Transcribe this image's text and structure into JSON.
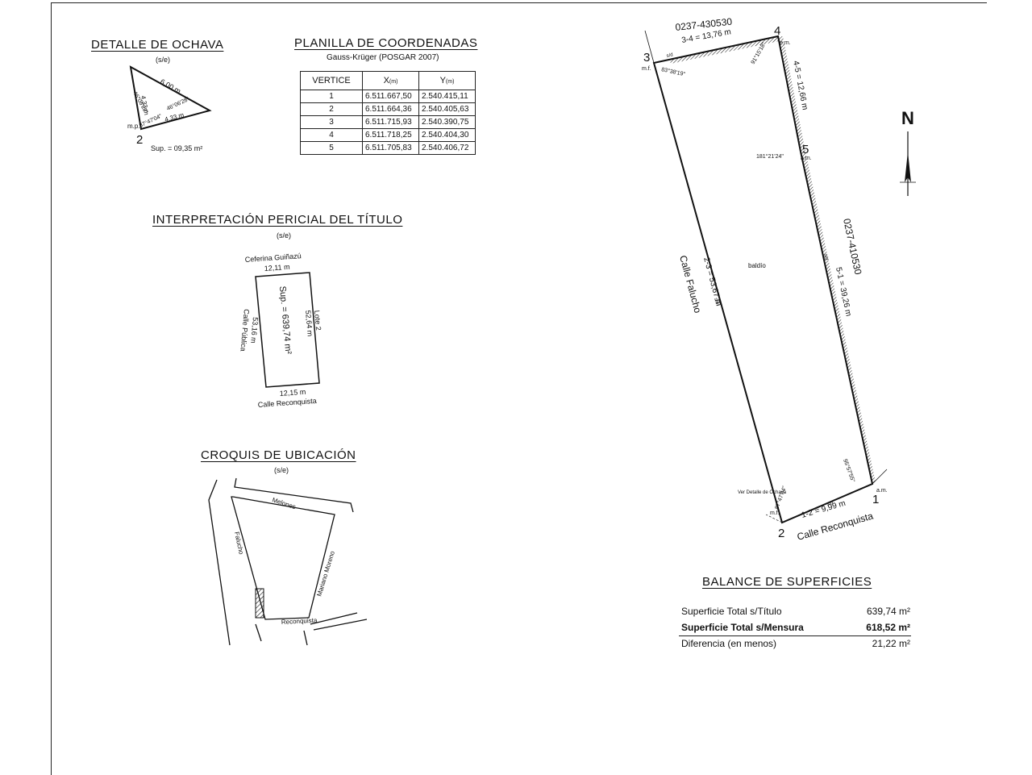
{
  "ochava": {
    "title": "DETALLE DE OCHAVA",
    "scale": "(s/e)",
    "angle_top": "46°06'28\"",
    "angle_right": "46°06'28\"",
    "angle_vertex": "87°47'04\"",
    "side_top": "6,00 m",
    "side_left": "4,33 m",
    "side_bottom": "4,33 m",
    "vertex_label": "2",
    "vertex_mark": "m.p.",
    "area": "Sup. = 09,35 m²"
  },
  "planilla": {
    "title": "PLANILLA DE COORDENADAS",
    "subtitle": "Gauss-Krüger (POSGAR 2007)",
    "headers": {
      "vertice": "VERTICE",
      "x": "X",
      "x_unit": "(m)",
      "y": "Y",
      "y_unit": "(m)"
    },
    "rows": [
      {
        "v": "1",
        "x": "6.511.667,50",
        "y": "2.540.415,11"
      },
      {
        "v": "2",
        "x": "6.511.664,36",
        "y": "2.540.405,63"
      },
      {
        "v": "3",
        "x": "6.511.715,93",
        "y": "2.540.390,75"
      },
      {
        "v": "4",
        "x": "6.511.718,25",
        "y": "2.540.404,30"
      },
      {
        "v": "5",
        "x": "6.511.705,83",
        "y": "2.540.406,72"
      }
    ]
  },
  "titulo": {
    "title": "INTERPRETACIÓN PERICIAL DEL TÍTULO",
    "scale": "(s/e)",
    "top_owner": "Ceferina Guiñazú",
    "top_dim": "12,11 m",
    "bottom_dim": "12,15 m",
    "bottom_street": "Calle Reconquista",
    "left_dim": "53,16 m",
    "left_street": "Calle Pública",
    "right_dim": "52,64 m",
    "right_lot": "Lote 2",
    "area": "Sup. = 639,74 m²"
  },
  "croquis": {
    "title": "CROQUIS DE UBICACIÓN",
    "scale": "(s/e)",
    "street_top": "Melones",
    "street_left": "Falucho",
    "street_right": "Mariano Moreno",
    "street_bottom": "Reconquista"
  },
  "plano": {
    "v1": "1",
    "v2": "2",
    "v3": "3",
    "v4": "4",
    "v5": "5",
    "mark_em": "e.m.",
    "mark_am": "a.m.",
    "mark_mf": "m.f.",
    "nc_top": "0237-430530",
    "side_34": "3-4 = 13,76 m",
    "side_45": "4-5 = 12,66 m",
    "nc_right": "0237-410530",
    "side_51": "5-1 = 39,26 m",
    "side_23": "2-3 = 53,67 m",
    "street_left": "Calle Falucho",
    "side_12": "1-2 = 9,99 m",
    "street_bottom": "Calle Reconquista",
    "baldio": "baldío",
    "sd": "s/d",
    "sm": "s/m",
    "angle_3": "83°38'19\"",
    "angle_4": "91°15'18\"",
    "angle_5": "181°21'24\"",
    "angle_1": "95°57'55\"",
    "angle_2": "87°47'04\"",
    "ver_detalle": "Ver Detalle de Ochava",
    "north": "N"
  },
  "balance": {
    "title": "BALANCE DE SUPERFICIES",
    "rows": [
      {
        "label": "Superficie Total s/Título",
        "value": "639,74 m²"
      },
      {
        "label": "Superficie Total s/Mensura",
        "value": "618,52 m²"
      },
      {
        "label": "Diferencia (en menos)",
        "value": "21,22 m²"
      }
    ]
  }
}
